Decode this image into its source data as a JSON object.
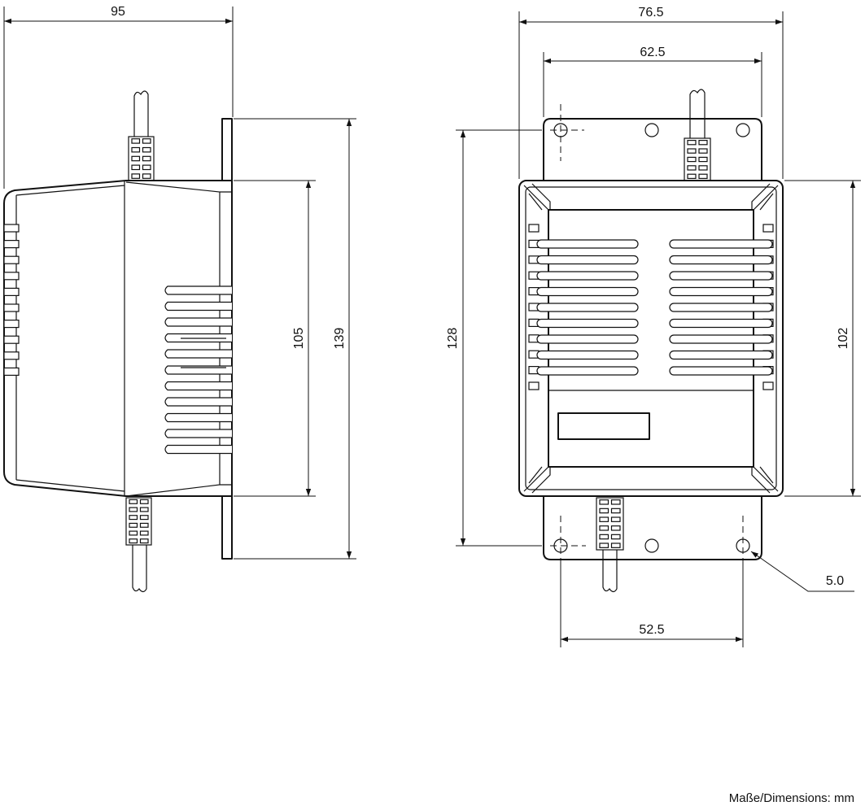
{
  "dimensions": {
    "side_width": "95",
    "side_body_height": "105",
    "side_total_height": "139",
    "front_width": "76.5",
    "front_plate_width": "62.5",
    "front_hole_pitch_vertical": "128",
    "front_body_height": "102",
    "front_hole_pitch_horizontal": "52.5",
    "hole_diameter": "5.0"
  },
  "footer": {
    "units_note": "Maße/Dimensions: mm"
  }
}
